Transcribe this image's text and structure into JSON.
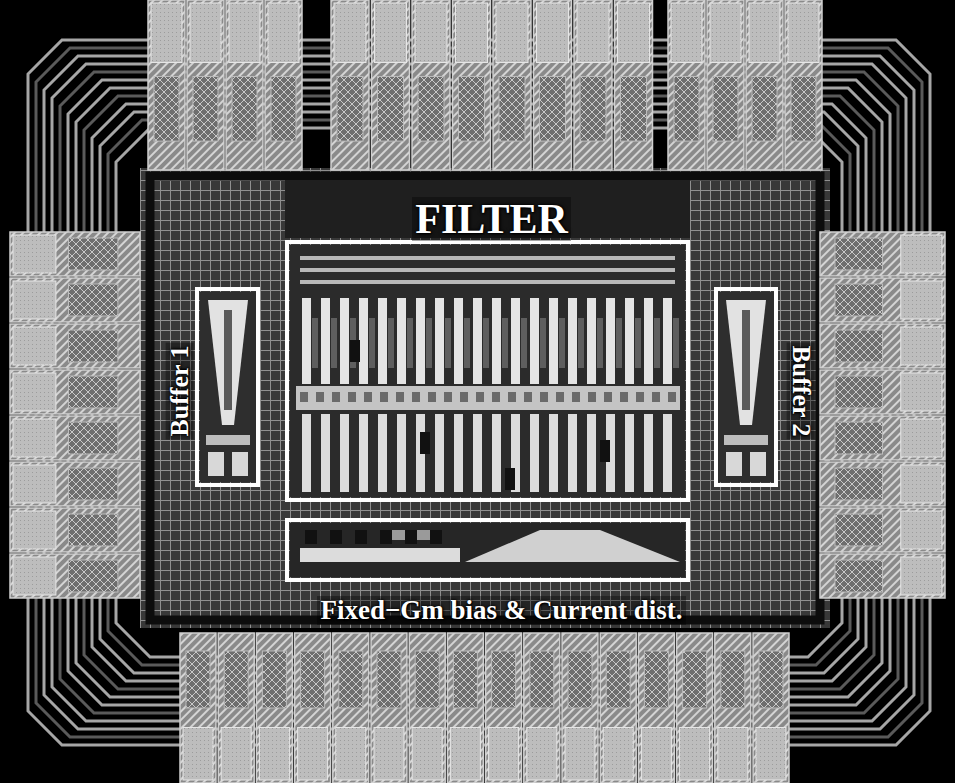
{
  "diagram": {
    "nodes": [
      {
        "text": [
          "FILTER"
        ]
      },
      {
        "text": [
          "Buffer 1"
        ]
      },
      {
        "text": [
          "Buffer 2"
        ]
      },
      {
        "text": [
          "Fixed−Gm bias & Current dist."
        ]
      }
    ]
  }
}
